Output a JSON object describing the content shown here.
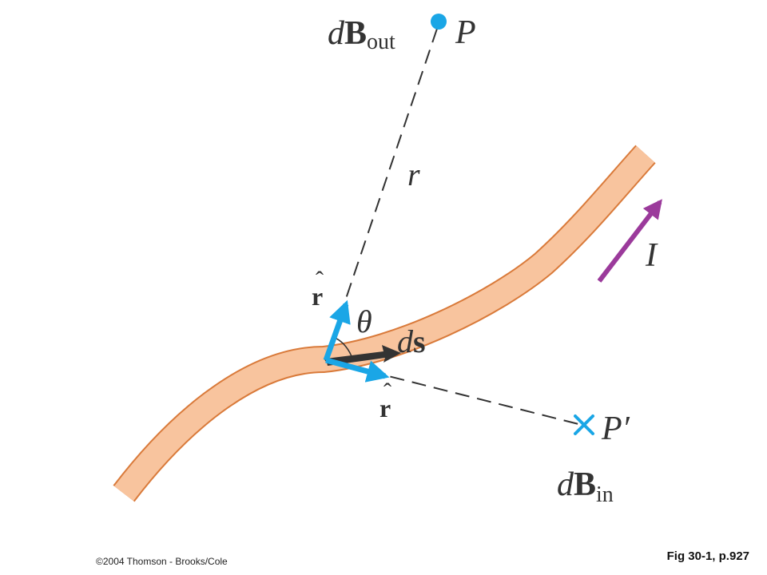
{
  "labels": {
    "dB": "d",
    "B": "B",
    "out_sub": "out",
    "in_sub": "in",
    "P": "P",
    "P_prime": "P′",
    "r": "r",
    "theta": "θ",
    "ds_d": "d",
    "ds_s": "s",
    "r_hat": "r",
    "hat": "ˆ",
    "I": "I"
  },
  "caption": {
    "figure": "Fig 30-1, p.927",
    "copyright": "©2004 Thomson - Brooks/Cole"
  },
  "colors": {
    "wire_fill": "#f8c49e",
    "wire_edge": "#d97a3a",
    "vector_blue": "#1aa6e6",
    "current_purple": "#9b3a9b",
    "ds_vector": "#333333"
  }
}
